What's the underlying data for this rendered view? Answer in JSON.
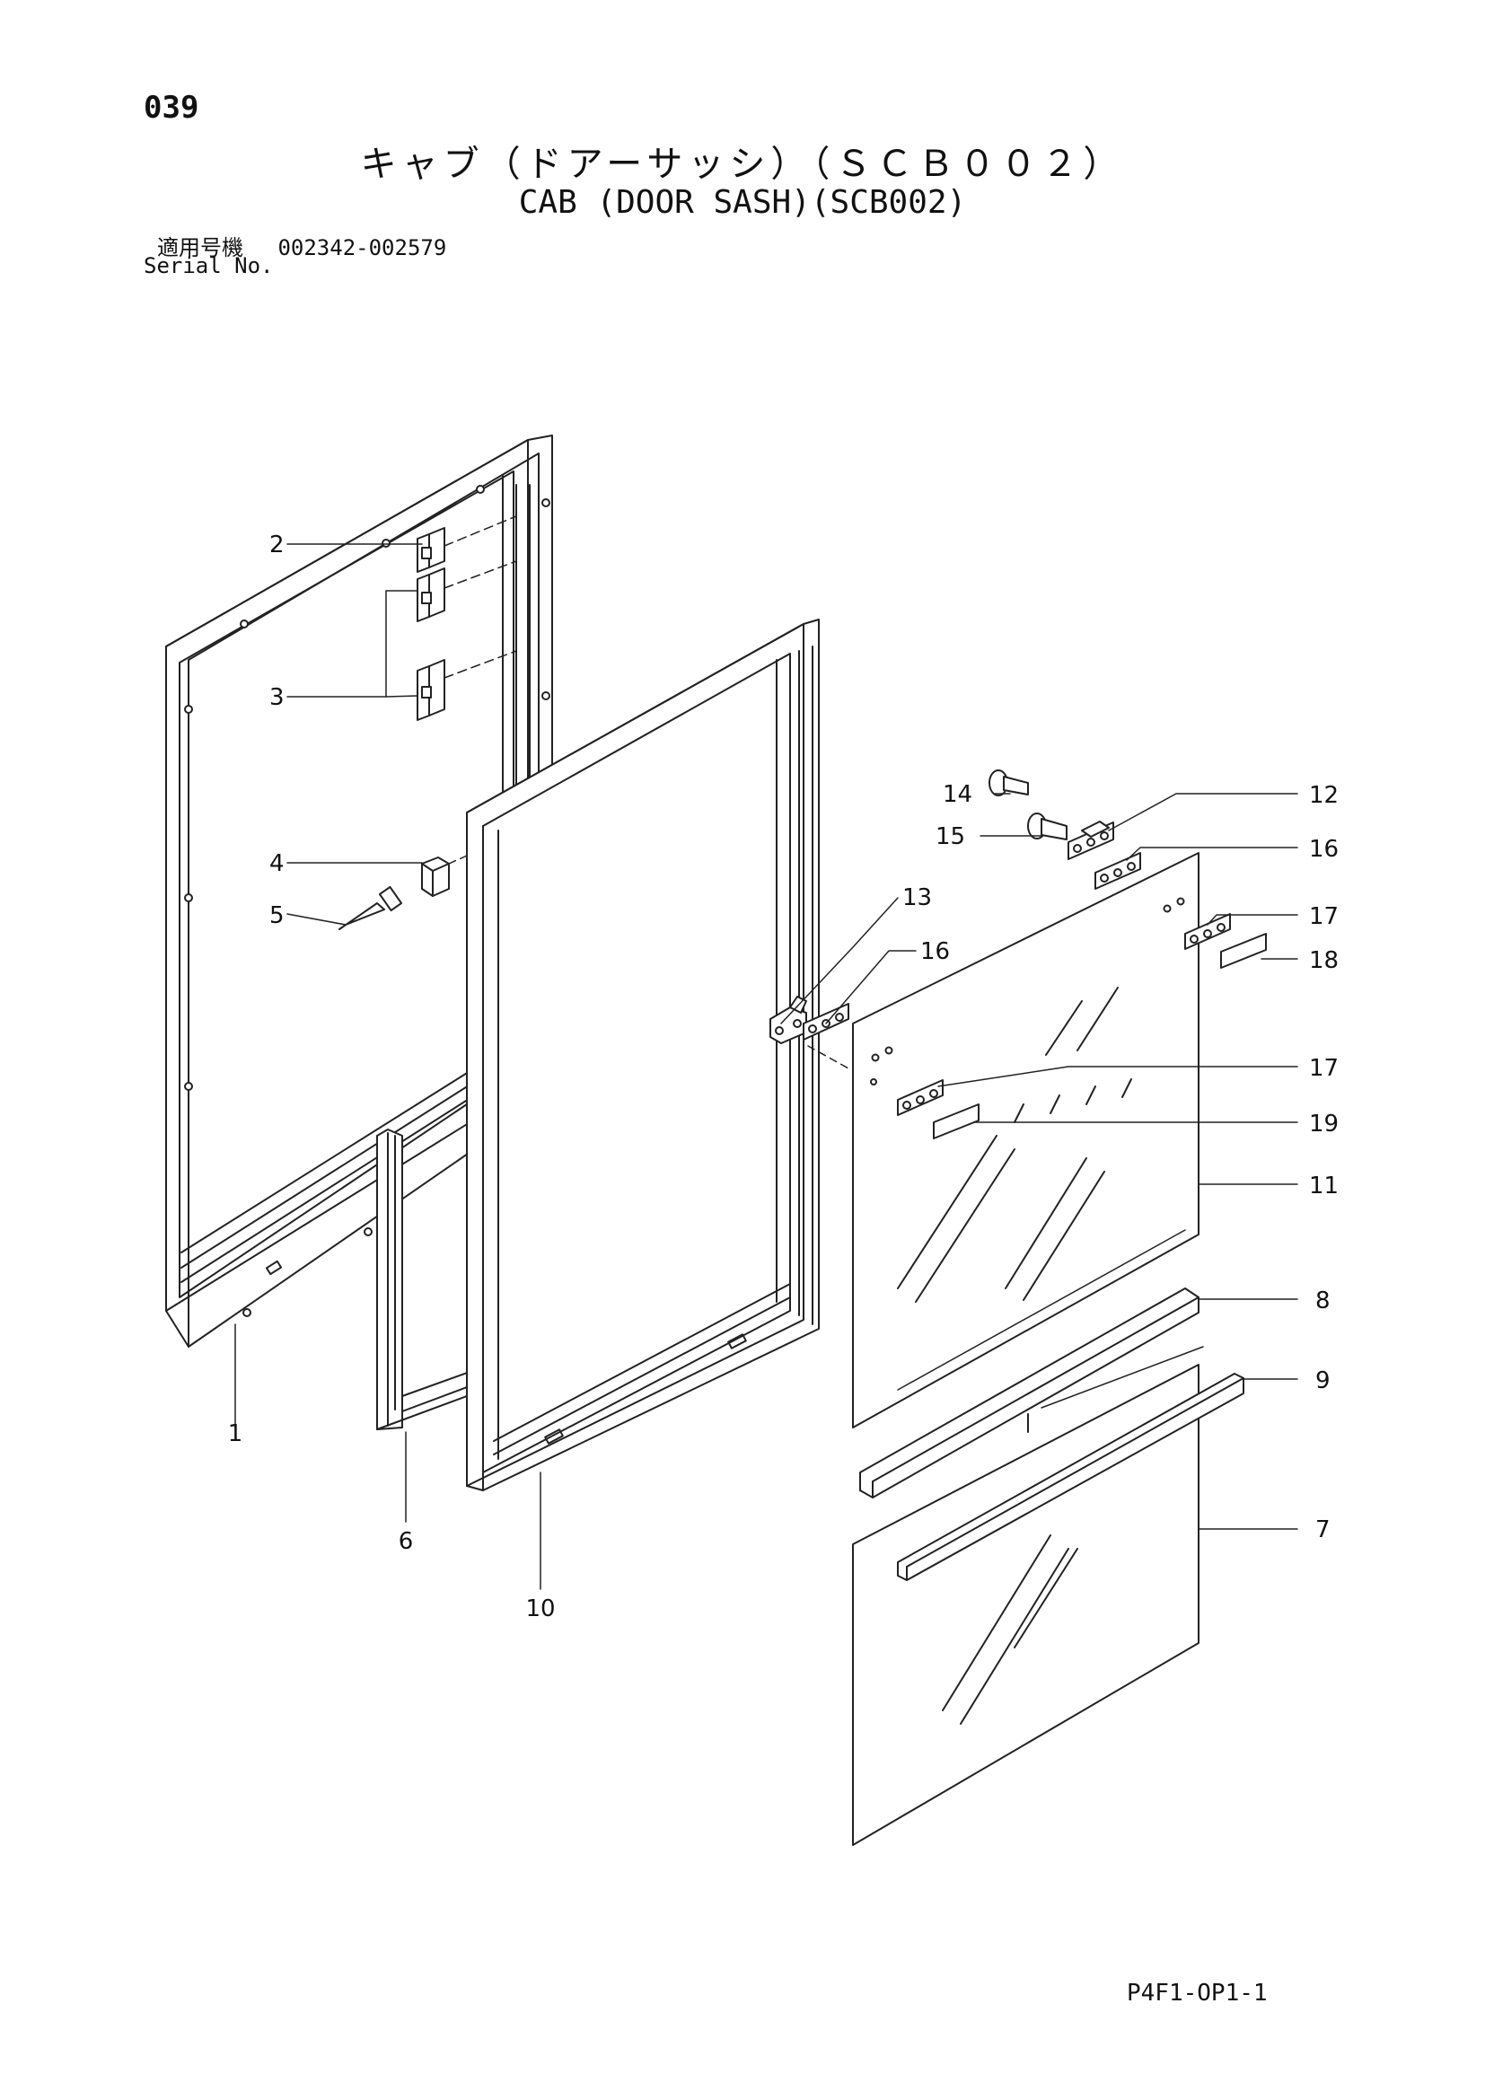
{
  "header": {
    "page_number": "039",
    "title_jp": "キャブ（ドアーサッシ）（ＳＣＢ００２）",
    "title_en": "CAB (DOOR SASH)(SCB002)",
    "serial_label_jp": "適用号機",
    "serial_range": "002342-002579",
    "serial_label_en": "Serial No."
  },
  "footer": {
    "page_code": "P4F1-OP1-1"
  },
  "callouts": [
    "1",
    "2",
    "3",
    "4",
    "5",
    "6",
    "7",
    "8",
    "9",
    "10",
    "11",
    "12",
    "13",
    "14",
    "15",
    "16",
    "16",
    "17",
    "17",
    "18",
    "19"
  ]
}
